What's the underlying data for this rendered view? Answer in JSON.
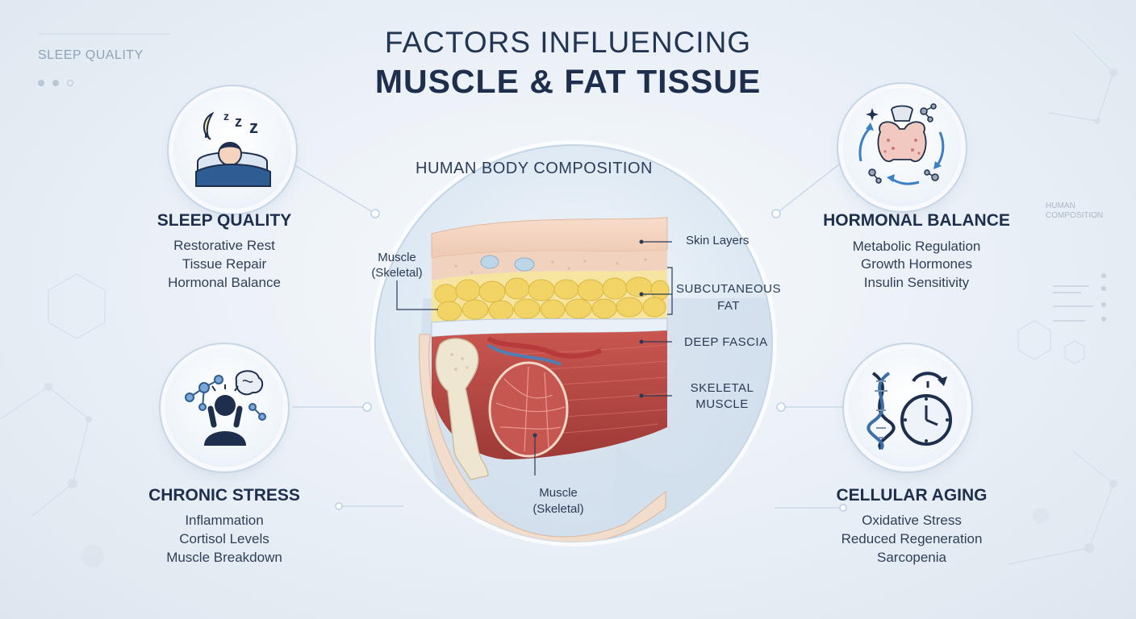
{
  "header": {
    "corner_label": "SLEEP QUALITY",
    "title_line1": "FACTORS INFLUENCING",
    "title_line2": "MUSCLE & FAT TISSUE"
  },
  "center": {
    "label": "HUMAN BODY COMPOSITION",
    "labels": {
      "muscle_top": [
        "Muscle",
        "(Skeletal)"
      ],
      "skin_layers": "Skin Layers",
      "subcutaneous_fat": [
        "SUBCUTANEOUS",
        "FAT"
      ],
      "deep_fascia": "DEEP FASCIA",
      "skeletal_muscle": [
        "SKELETAL",
        "MUSCLE"
      ],
      "muscle_bottom": [
        "Muscle",
        "(Skeletal)"
      ]
    }
  },
  "factors": {
    "sleep": {
      "title": "SLEEP QUALITY",
      "lines": [
        "Restorative Rest",
        "Tissue Repair",
        "Hormonal Balance"
      ],
      "icon": "sleep-icon"
    },
    "stress": {
      "title": "CHRONIC STRESS",
      "lines": [
        "Inflammation",
        "Cortisol Levels",
        "Muscle Breakdown"
      ],
      "icon": "stress-icon"
    },
    "hormonal": {
      "title": "HORMONAL BALANCE",
      "lines": [
        "Metabolic Regulation",
        "Growth Hormones",
        "Insulin Sensitivity"
      ],
      "icon": "thyroid-icon"
    },
    "aging": {
      "title": "CELLULAR AGING",
      "lines": [
        "Oxidative Stress",
        "Reduced Regeneration",
        "Sarcopenia"
      ],
      "icon": "dna-clock-icon"
    }
  },
  "deco_text": {
    "right_heading": [
      "HUMAN",
      "COMPOSITION"
    ]
  },
  "colors": {
    "navy": "#1d2f4c",
    "fat": "#f2d466",
    "muscle": "#b94a45",
    "skin": "#f4d3bf",
    "bone": "#efe6d2"
  }
}
